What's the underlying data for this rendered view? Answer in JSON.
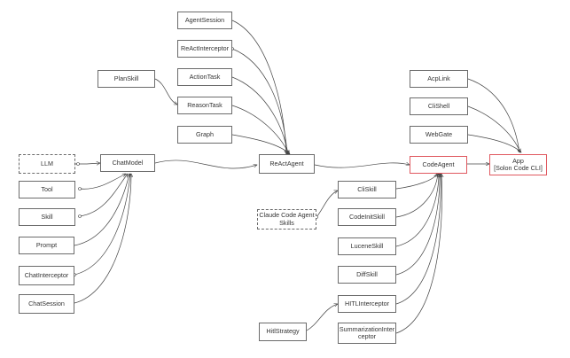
{
  "diagram": {
    "nodes": {
      "agent_session": "AgentSession",
      "react_interceptor": "ReActInterceptor",
      "action_task": "ActionTask",
      "reason_task": "ReasonTask",
      "graph": "Graph",
      "plan_skill": "PlanSkill",
      "llm": "LLM",
      "chat_model": "ChatModel",
      "tool": "Tool",
      "skill": "Skill",
      "prompt": "Prompt",
      "chat_interceptor": "ChatInterceptor",
      "chat_session": "ChatSession",
      "react_agent": "ReActAgent",
      "claude_code_agent_skills": "Claude Code Agent\nSkills",
      "hitl_strategy": "HitlStrategy",
      "code_agent": "CodeAgent",
      "cli_skill": "CliSkill",
      "code_init_skill": "CodeInitSkill",
      "lucene_skill": "LuceneSkill",
      "diff_skill": "DiffSkill",
      "hitl_interceptor": "HITLInterceptor",
      "summarization_interceptor": "SummarizationInter\nceptor",
      "acp_link": "AcpLink",
      "cli_shell": "CliShell",
      "web_gate": "WebGate",
      "app": "App\n[Solon Code CLI]"
    }
  }
}
